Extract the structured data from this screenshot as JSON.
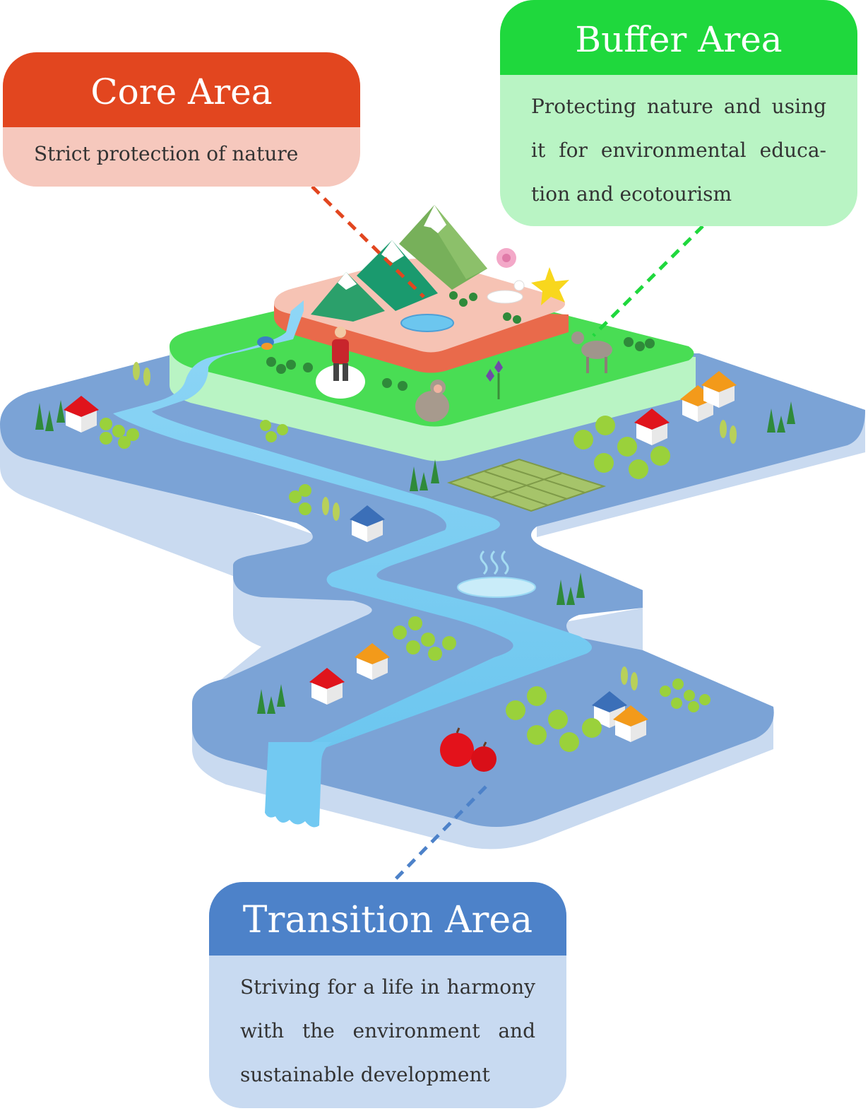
{
  "core": {
    "title": "Core Area",
    "description": "Strict protection of nature",
    "header_color": "#e2461f",
    "body_color": "#f6c8bd"
  },
  "buffer": {
    "title": "Buffer Area",
    "description": "Protecting nature and using it for environmental educa- tion and ecotourism",
    "header_color": "#1fd83d",
    "body_color": "#b9f4c4"
  },
  "transition": {
    "title": "Transition Area",
    "description": "Striving for a life in harmony with the environment and sustainable development",
    "header_color": "#4d82c9",
    "body_color": "#c8daf1"
  },
  "connector_colors": {
    "core": "#e2461f",
    "buffer": "#1fd83d",
    "transition": "#4d82c9"
  },
  "illustration_icons": [
    "mountain-icon",
    "lake-icon",
    "bird-icon",
    "hiker-icon",
    "monkey-icon",
    "deer-icon",
    "ermine-icon",
    "flower-icon",
    "iris-icon",
    "house-icon",
    "tree-icon",
    "rice-field-icon",
    "hot-spring-icon",
    "river-icon",
    "waterfall-icon",
    "apple-icon"
  ]
}
